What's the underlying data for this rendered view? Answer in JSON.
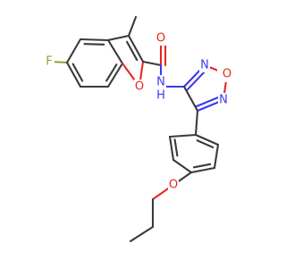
{
  "molecule": {
    "atoms": [
      {
        "id": "F",
        "symbol": "F",
        "color": "#86a63b"
      },
      {
        "id": "O_furan",
        "symbol": "O",
        "color": "#e8261f"
      },
      {
        "id": "O_carbonyl",
        "symbol": "O",
        "color": "#e8261f"
      },
      {
        "id": "N_amide",
        "symbol": "N",
        "suffix": "H",
        "color": "#3a3af0"
      },
      {
        "id": "N_top",
        "symbol": "N",
        "color": "#3a3af0"
      },
      {
        "id": "O_ring",
        "symbol": "O",
        "color": "#e8261f"
      },
      {
        "id": "N_bottom",
        "symbol": "N",
        "color": "#3a3af0"
      },
      {
        "id": "O_ether",
        "symbol": "O",
        "color": "#e8261f"
      }
    ],
    "bond_color": "#3a3a3a"
  }
}
